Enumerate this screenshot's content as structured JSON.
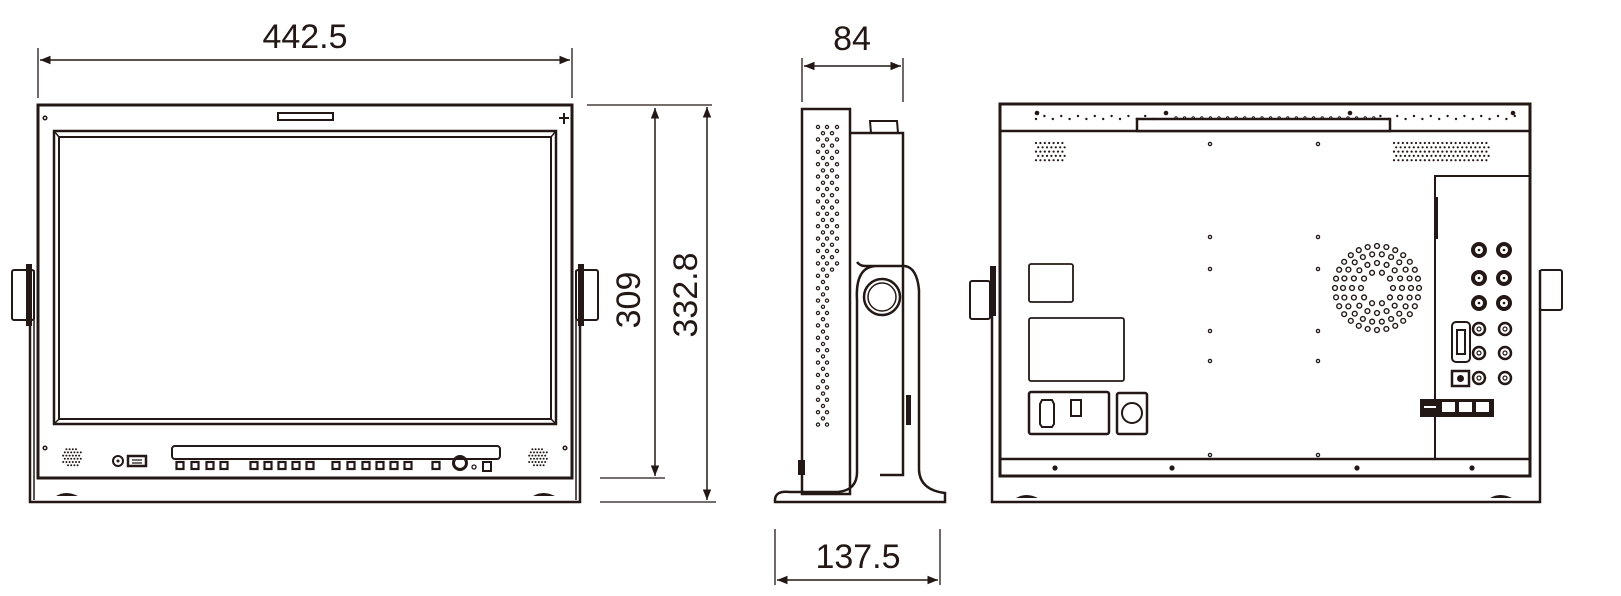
{
  "dimensions": {
    "front_width": "442.5",
    "front_height_body": "309",
    "front_height_total": "332.8",
    "side_depth_body": "84",
    "side_depth_stand": "137.5"
  },
  "colors": {
    "line": "#231815",
    "background": "#ffffff"
  },
  "views": [
    "front-view",
    "side-view",
    "rear-view"
  ]
}
